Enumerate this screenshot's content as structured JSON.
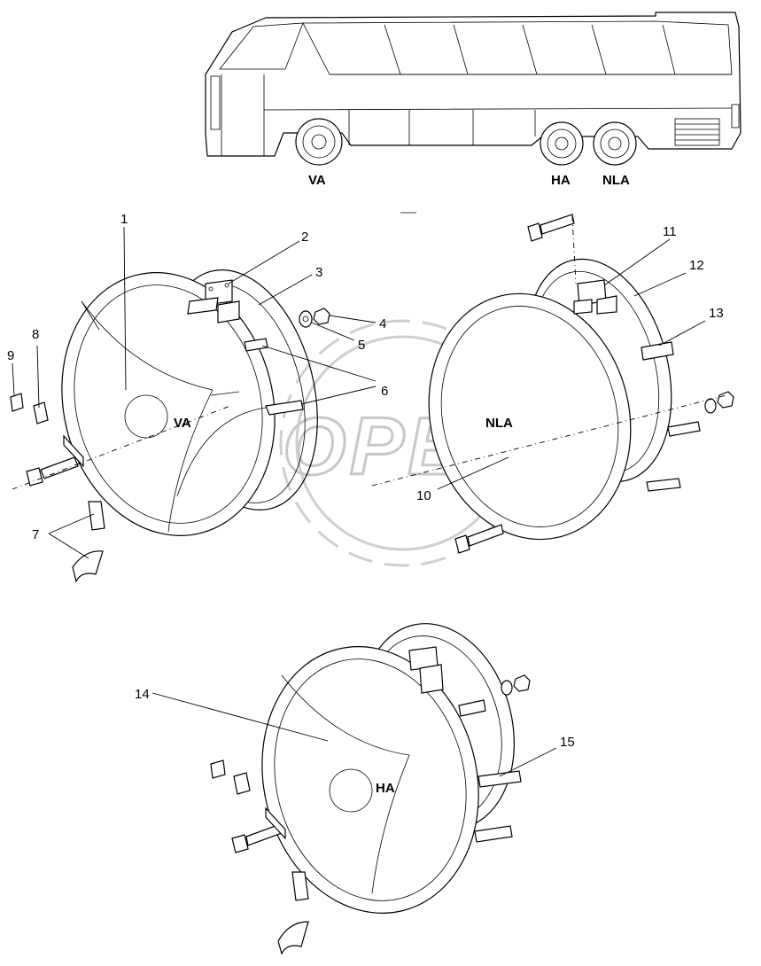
{
  "watermark": {
    "text": "OPEX"
  },
  "axle_labels": {
    "front": "VA",
    "rear_drive": "HA",
    "rear_trailing": "NLA"
  },
  "wheel_cover_labels": {
    "front_cover": "VA",
    "trailing_cover": "NLA",
    "drive_cover": "HA"
  },
  "part_callouts": [
    "1",
    "2",
    "3",
    "4",
    "5",
    "6",
    "7",
    "8",
    "9",
    "10",
    "11",
    "12",
    "13",
    "14",
    "15"
  ]
}
